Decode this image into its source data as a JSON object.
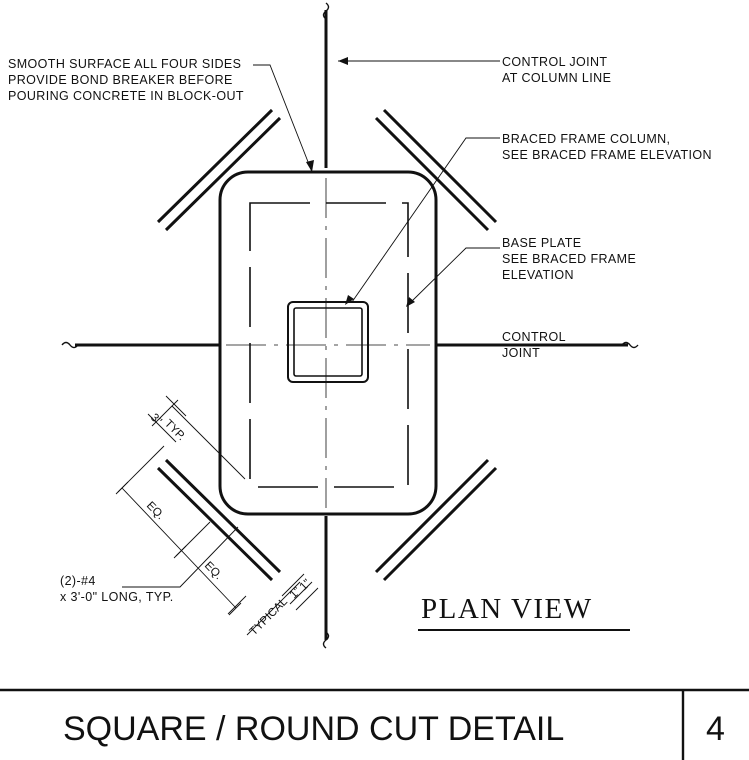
{
  "notes": {
    "smooth_surface": [
      "SMOOTH SURFACE ALL FOUR SIDES",
      "PROVIDE BOND BREAKER BEFORE",
      "POURING CONCRETE IN BLOCK-OUT"
    ],
    "control_joint_column": [
      "CONTROL JOINT",
      "AT COLUMN LINE"
    ],
    "braced_frame_column": [
      "BRACED FRAME COLUMN,",
      "SEE BRACED FRAME ELEVATION"
    ],
    "base_plate": [
      "BASE PLATE",
      "SEE BRACED FRAME",
      "ELEVATION"
    ],
    "control_joint": [
      "CONTROL",
      "JOINT"
    ],
    "rebar": [
      "(2)-#4",
      "x 3'-0\" LONG, TYP."
    ]
  },
  "dimensions": {
    "three_inch": "3\"",
    "typ": "TYP.",
    "eq_1": "EQ.",
    "eq_2": "EQ.",
    "typical": "TYPICAL",
    "one_inch_a": "1\"",
    "one_inch_b": "1\""
  },
  "view_label": "PLAN VIEW",
  "title_block": {
    "title": "SQUARE / ROUND CUT DETAIL",
    "detail_number": "4"
  }
}
